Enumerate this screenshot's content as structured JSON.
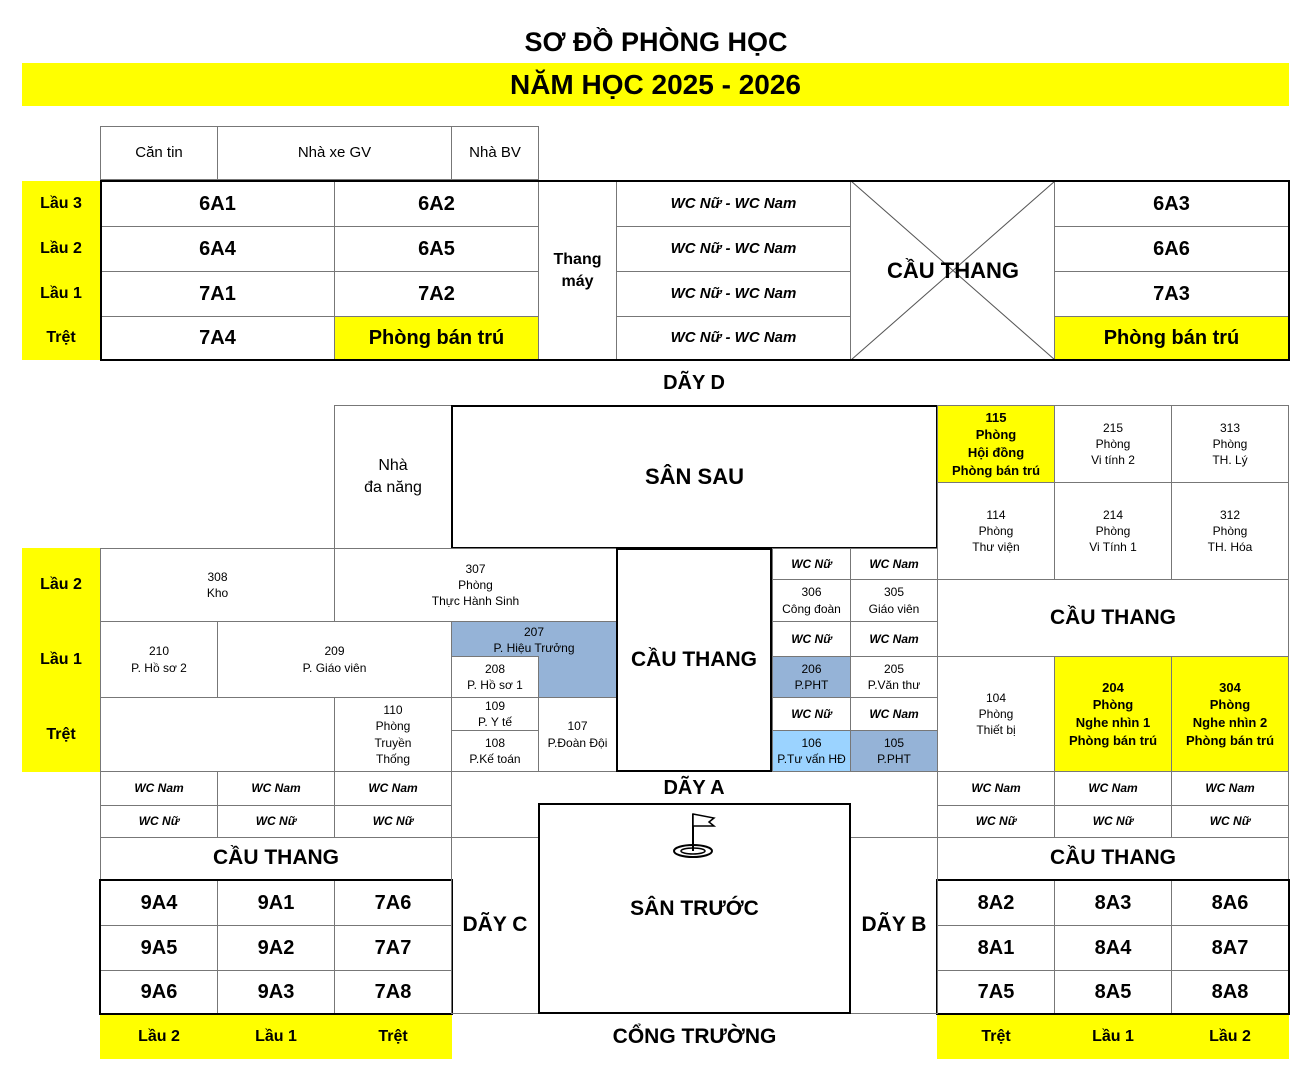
{
  "title_line1": "SƠ ĐỒ PHÒNG HỌC",
  "title_line2": "NĂM HỌC 2025 - 2026",
  "top": {
    "can_tin": "Căn tin",
    "nha_xe_gv": "Nhà xe GV",
    "nha_bv": "Nhà BV"
  },
  "floors_d": {
    "lau3": "Lầu 3",
    "lau2": "Lầu 2",
    "lau1": "Lầu 1",
    "tret": "Trệt"
  },
  "day_d": {
    "r_6a1": "6A1",
    "r_6a2": "6A2",
    "r_6a4": "6A4",
    "r_6a5": "6A5",
    "r_7a1": "7A1",
    "r_7a2": "7A2",
    "r_7a4": "7A4",
    "ban_tru_left": "Phòng bán trú",
    "thang_may": "Thang\nmáy",
    "wc1": "WC Nữ - WC Nam",
    "wc2": "WC Nữ - WC Nam",
    "wc3": "WC Nữ - WC Nam",
    "wc4": "WC Nữ - WC Nam",
    "cau_thang": "CẦU THANG",
    "r_6a3": "6A3",
    "r_6a6": "6A6",
    "r_7a3": "7A3",
    "ban_tru_right": "Phòng bán trú",
    "label": "DÃY D"
  },
  "middle": {
    "nha_da_nang": "Nhà\nđa năng",
    "san_sau": "SÂN SAU",
    "r115": "115\nPhòng\nHội đồng\nPhòng bán trú",
    "r215": "215\nPhòng\nVi tính 2",
    "r313": "313\nPhòng\nTH. Lý",
    "r114": "114\nPhòng\nThư viện",
    "r214": "214\nPhòng\nVi Tính 1",
    "r312": "312\nPhòng\nTH. Hóa",
    "floor_lau2": "Lầu 2",
    "floor_lau1": "Lầu 1",
    "floor_tret": "Trệt",
    "r308": "308\nKho",
    "r307": "307\nPhòng\nThực Hành Sinh",
    "r210": "210\nP. Hồ sơ 2",
    "r209": "209\nP. Giáo viên",
    "r207": "207\nP. Hiệu Trưởng",
    "r208": "208\nP. Hồ sơ 1",
    "r110": "110\nPhòng\nTruyền\nThống",
    "r109": "109\nP. Y tế",
    "r108": "108\nP.Kế toán",
    "r107": "107\nP.Đoàn Đội",
    "cau_thang_center": "CẦU THANG",
    "wc_nu_1": "WC Nữ",
    "wc_nam_1": "WC Nam",
    "r306": "306\nCông đoàn",
    "r305": "305\nGiáo viên",
    "wc_nu_2": "WC Nữ",
    "wc_nam_2": "WC Nam",
    "r206": "206\nP.PHT",
    "r205": "205\nP.Văn thư",
    "wc_nu_3": "WC Nữ",
    "wc_nam_3": "WC Nam",
    "r106": "106\nP.Tư vấn HĐ",
    "r105": "105\nP.PHT",
    "cau_thang_right": "CẦU THANG",
    "r104": "104\nPhòng\nThiết bị",
    "r204": "204\nPhòng\nNghe nhìn 1\nPhòng bán trú",
    "r304": "304\nPhòng\nNghe nhìn 2\nPhòng bán trú",
    "day_a": "DÃY A"
  },
  "bottom": {
    "wc_nam": "WC Nam",
    "wc_nu": "WC Nữ",
    "cau_thang": "CẦU THANG",
    "left_rooms": [
      "9A4",
      "9A1",
      "7A6",
      "9A5",
      "9A2",
      "7A7",
      "9A6",
      "9A3",
      "7A8"
    ],
    "right_rooms": [
      "8A2",
      "8A3",
      "8A6",
      "8A1",
      "8A4",
      "8A7",
      "7A5",
      "8A5",
      "8A8"
    ],
    "left_floors": [
      "Lầu 2",
      "Lầu 1",
      "Trệt"
    ],
    "right_floors": [
      "Trệt",
      "Lầu 1",
      "Lầu 2"
    ],
    "day_c": "DÃY C",
    "day_b": "DÃY B",
    "san_truoc": "SÂN TRƯỚC",
    "cong_truong": "CỔNG TRƯỜNG"
  }
}
